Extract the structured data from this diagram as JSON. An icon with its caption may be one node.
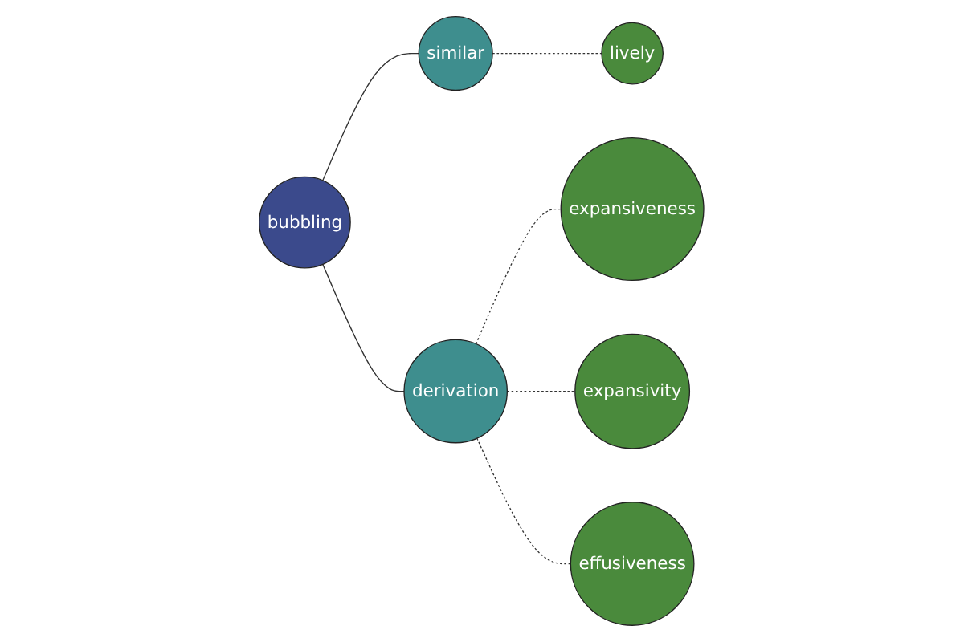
{
  "diagram": {
    "nodes": [
      {
        "text": [
          "lively"
        ]
      },
      {
        "text": [
          "similar"
        ]
      },
      {
        "text": [
          "expansiveness"
        ]
      },
      {
        "text": [
          "bubbling"
        ]
      },
      {
        "text": [
          "derivation"
        ]
      },
      {
        "text": [
          "expansivity"
        ]
      },
      {
        "text": [
          "effusiveness"
        ]
      }
    ],
    "edges": [
      {
        "from": 1,
        "to": 0,
        "arrow": "none",
        "style": "dashed"
      },
      {
        "from": 3,
        "to": 1,
        "arrow": "none"
      },
      {
        "from": 3,
        "to": 4,
        "arrow": "none"
      },
      {
        "from": 4,
        "to": 2,
        "arrow": "none",
        "style": "dashed"
      },
      {
        "from": 4,
        "to": 5,
        "arrow": "none",
        "style": "dashed"
      },
      {
        "from": 4,
        "to": 6,
        "arrow": "none",
        "style": "dashed"
      }
    ]
  }
}
